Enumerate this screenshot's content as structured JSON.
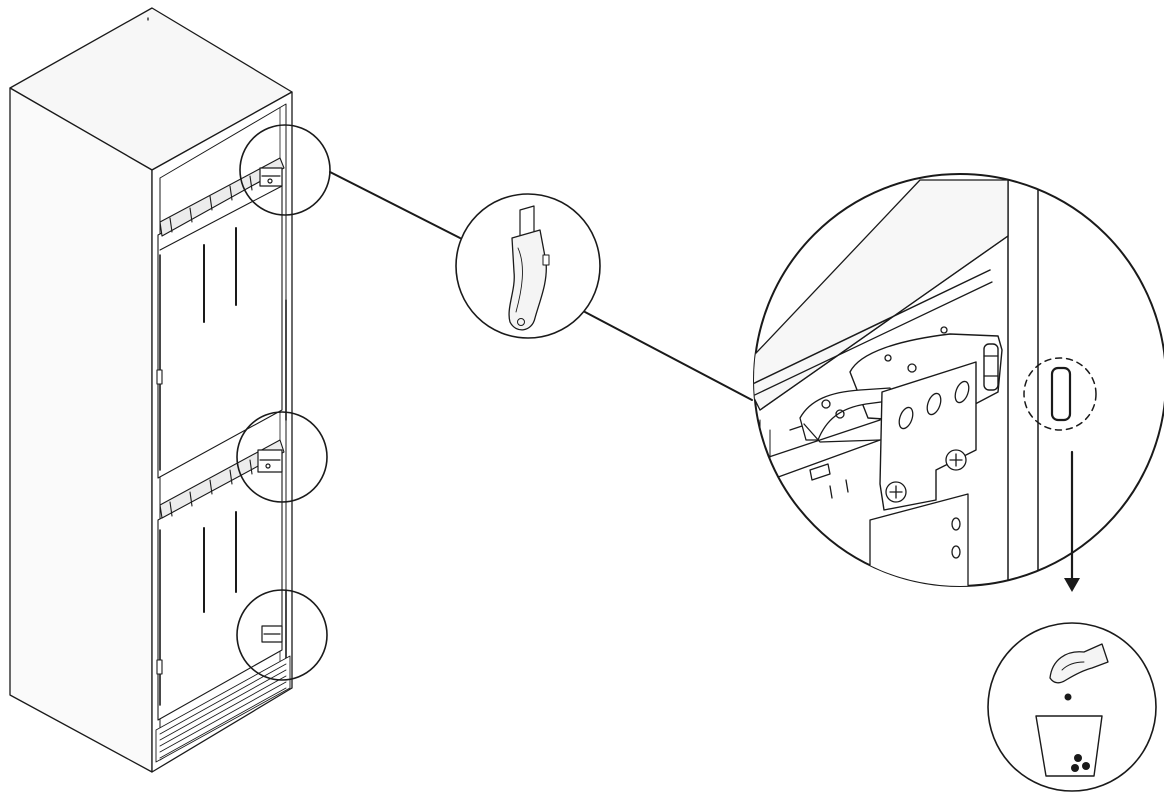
{
  "figure": {
    "kind": "line-art installation diagram",
    "text_labels": [],
    "colors": {
      "line": "#1a1a1a",
      "background": "#ffffff",
      "panel_fill": "#f4f4f4"
    }
  },
  "icons": {
    "cabinet": "built-in-cabinet-with-appliance",
    "callout_circles": "hinge-callout-circle",
    "tool": "utility-knife-icon",
    "detail": "hinge-detail-magnified",
    "cap": "dashed-circle-plug-cap",
    "arrow": "down-arrow-icon",
    "disposal": "hand-dropping-into-bin-icon"
  }
}
